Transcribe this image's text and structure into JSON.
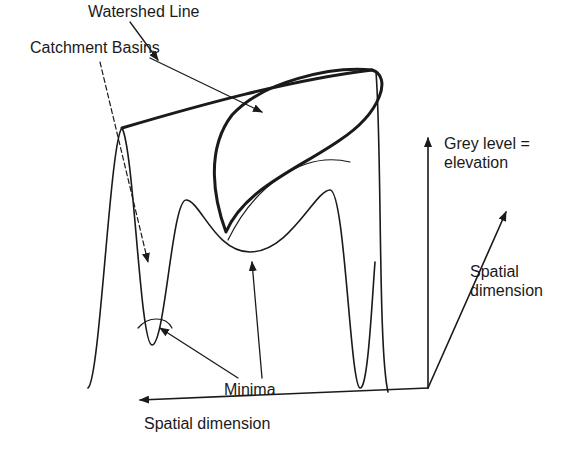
{
  "diagram": {
    "labels": [
      "Watershed Line",
      "Catchment Basins",
      "Minima",
      "Grey level = elevation",
      "Spatial dimension",
      "Spatial dimension"
    ]
  }
}
